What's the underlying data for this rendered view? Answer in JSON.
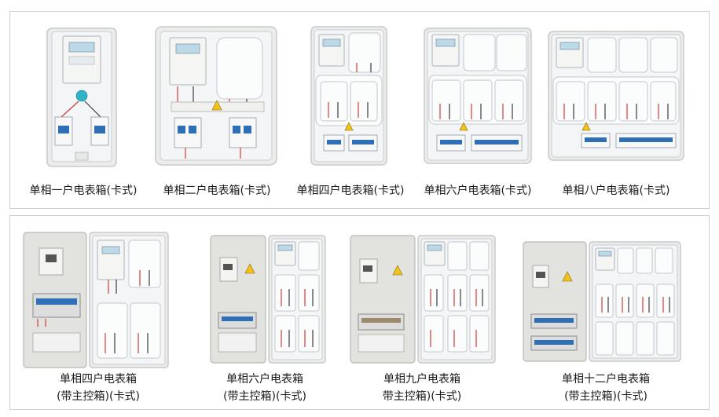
{
  "products_top": [
    {
      "caption": "单相一户电表箱(卡式)"
    },
    {
      "caption": "单相二户电表箱(卡式)"
    },
    {
      "caption": "单相四户电表箱(卡式)"
    },
    {
      "caption": "单相六户电表箱(卡式)"
    },
    {
      "caption": "单相八户电表箱(卡式)"
    }
  ],
  "products_bottom": [
    {
      "caption_line1": "单相四户电表箱",
      "caption_line2": "(带主控箱)(卡式)"
    },
    {
      "caption_line1": "单相六户电表箱",
      "caption_line2": "(带主控箱)(卡式)"
    },
    {
      "caption_line1": "单相九户电表箱",
      "caption_line2": "带主控箱)(卡式)"
    },
    {
      "caption_line1": "单相十二户电表箱",
      "caption_line2": "(带主控箱)(卡式)"
    }
  ]
}
